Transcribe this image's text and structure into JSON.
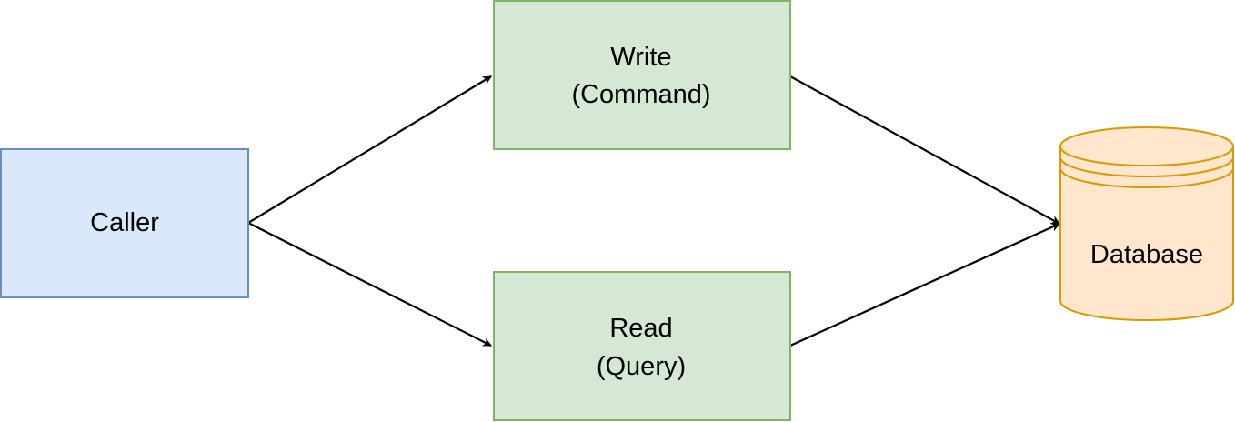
{
  "nodes": {
    "caller": {
      "label": "Caller",
      "fill": "#dae8fc",
      "stroke": "#6c8ebf"
    },
    "write": {
      "line1": "Write",
      "line2": "(Command)",
      "fill": "#d5e8d4",
      "stroke": "#82b366"
    },
    "read": {
      "line1": "Read",
      "line2": "(Query)",
      "fill": "#d5e8d4",
      "stroke": "#82b366"
    },
    "database": {
      "label": "Database",
      "fill": "#ffe6cc",
      "stroke": "#d79b00"
    }
  },
  "edges": [
    {
      "from": "caller",
      "to": "write"
    },
    {
      "from": "caller",
      "to": "read"
    },
    {
      "from": "write",
      "to": "database"
    },
    {
      "from": "read",
      "to": "database"
    }
  ],
  "colors": {
    "edge": "#000000",
    "background": "#ffffff"
  }
}
